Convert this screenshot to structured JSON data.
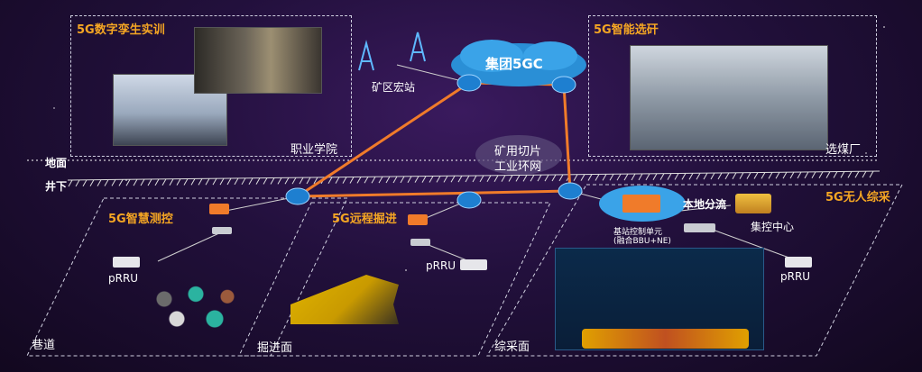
{
  "zones": {
    "academy": {
      "title": "5G数字孪生实训",
      "caption": "职业学院"
    },
    "coal_prep": {
      "title": "5G智能选矸",
      "caption": "选煤厂"
    },
    "monitoring": {
      "title": "5G智慧测控",
      "caption": "巷道"
    },
    "tunneling": {
      "title": "5G远程掘进",
      "caption": "掘进面"
    },
    "mining": {
      "title": "5G无人综采",
      "caption": "综采面"
    }
  },
  "core": {
    "label": "集团5GC"
  },
  "tower_label": "矿区宏站",
  "ring_label": {
    "line1": "矿用切片",
    "line2": "工业环网"
  },
  "ground_label": "地面",
  "underground_label": "井下",
  "prru_label": "pRRU",
  "local_offload": "本地分流",
  "control_center": "集控中心",
  "base_unit": {
    "line1": "基站控制单元",
    "line2": "(融合BBU+NE)"
  },
  "colors": {
    "accent": "#f5a623",
    "link": "#f07b2a",
    "bg": "#22103c"
  }
}
